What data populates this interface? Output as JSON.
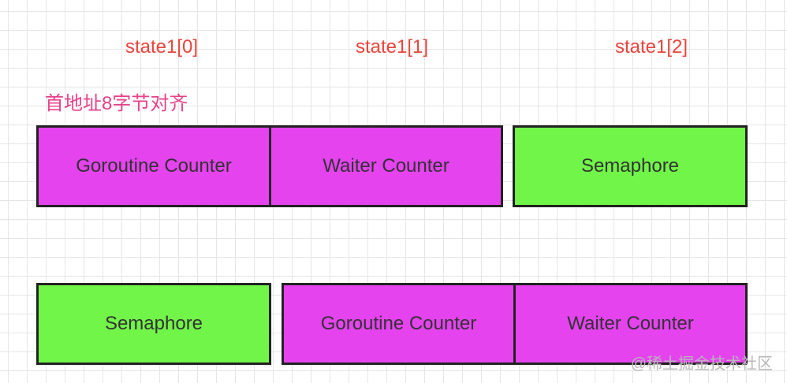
{
  "labels": {
    "state0": "state1[0]",
    "state1": "state1[1]",
    "state2": "state1[2]",
    "align_note": "首地址8字节对齐"
  },
  "row1": [
    {
      "text": "Goroutine Counter",
      "color": "#e443ee"
    },
    {
      "text": "Waiter Counter",
      "color": "#e443ee"
    },
    {
      "text": "Semaphore",
      "color": "#71f548"
    }
  ],
  "row2": [
    {
      "text": "Semaphore",
      "color": "#71f548"
    },
    {
      "text": "Goroutine Counter",
      "color": "#e443ee"
    },
    {
      "text": "Waiter Counter",
      "color": "#e443ee"
    }
  ],
  "watermark": "@稀土掘金技术社区"
}
